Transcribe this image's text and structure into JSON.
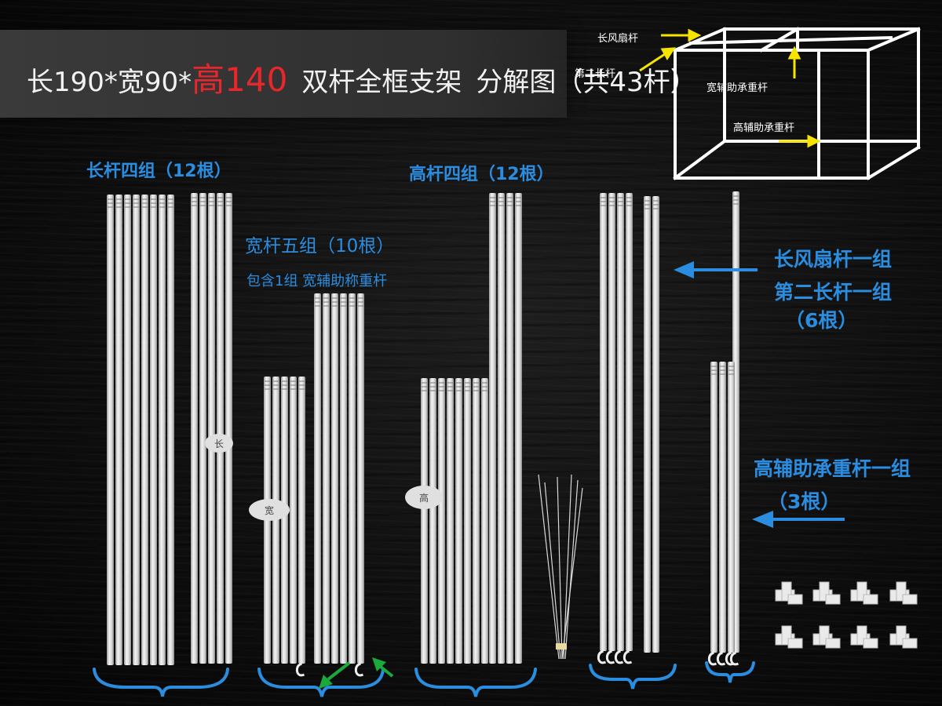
{
  "title": {
    "part1": "长190*宽90*",
    "part2": "高140",
    "part3": "双杆全框支架",
    "part4": "分解图（共43杆）"
  },
  "diagram": {
    "label_long_fan": "长风扇杆",
    "label_second_long": "第二长杆",
    "label_width_aux": "宽辅助承重杆",
    "label_height_aux": "高辅助承重杆"
  },
  "groups": {
    "long": "长杆四组（12根）",
    "width": "宽杆五组（10根）",
    "width_note": "包含1组 宽辅助称重杆",
    "high": "高杆四组（12根）",
    "fan_line1": "长风扇杆一组",
    "fan_line2": "第二长杆一组",
    "fan_count": "（6根）",
    "aux_line1": "高辅助承重杆一组",
    "aux_count": "（3根）"
  },
  "tag_marks": {
    "long_tag": "长",
    "width_tag": "宽",
    "high_tag": "高"
  },
  "colors": {
    "accent_blue": "#2a8de0",
    "title_red": "#e8262b",
    "arrow_yellow": "#f5e400",
    "arrow_green": "#1aa93a",
    "pole_white": "#e6e6e6"
  }
}
